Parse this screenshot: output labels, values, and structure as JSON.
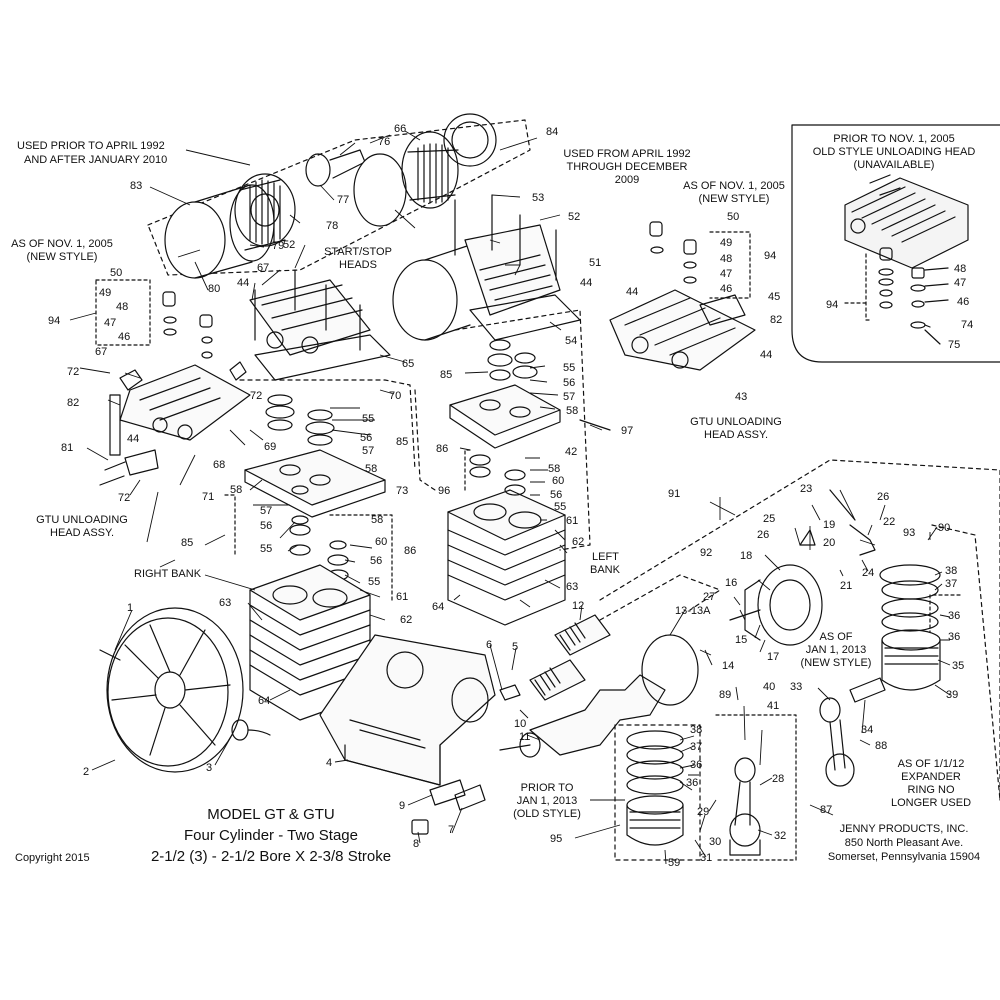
{
  "title": {
    "model": "MODEL GT & GTU",
    "line2": "Four Cylinder - Two Stage",
    "line3": "2-1/2 (3) - 2-1/2 Bore X 2-3/8 Stroke"
  },
  "copyright": "Copyright 2015",
  "company": {
    "name": "JENNY PRODUCTS, INC.",
    "address": "850 North Pleasant Ave.",
    "city": "Somerset, Pennsylvania 15904"
  },
  "notes": {
    "used_prior_1": "USED PRIOR TO APRIL 1992",
    "used_prior_2": "AND AFTER JANUARY 2010",
    "used_from_1": "USED FROM APRIL 1992",
    "used_from_2": "THROUGH DECEMBER",
    "used_from_3": "2009",
    "new_style_left_1": "AS OF NOV. 1, 2005",
    "new_style_left_2": "(NEW STYLE)",
    "new_style_mid_1": "AS OF NOV. 1, 2005",
    "new_style_mid_2": "(NEW STYLE)",
    "start_stop_1": "START/STOP",
    "start_stop_2": "HEADS",
    "old_style_1": "PRIOR TO NOV. 1, 2005",
    "old_style_2": "OLD STYLE UNLOADING HEAD",
    "old_style_3": "(UNAVAILABLE)",
    "gtu_left_1": "GTU UNLOADING",
    "gtu_left_2": "HEAD ASSY.",
    "gtu_mid_1": "GTU UNLOADING",
    "gtu_mid_2": "HEAD ASSY.",
    "right_bank": "RIGHT BANK",
    "left_bank_1": "LEFT",
    "left_bank_2": "BANK",
    "as_of_2013_1": "AS OF",
    "as_of_2013_2": "JAN 1, 2013",
    "as_of_2013_3": "(NEW STYLE)",
    "prior_2013_1": "PRIOR TO",
    "prior_2013_2": "JAN 1, 2013",
    "prior_2013_3": "(OLD STYLE)",
    "expander_1": "AS OF 1/1/12",
    "expander_2": "EXPANDER",
    "expander_3": "RING NO",
    "expander_4": "LONGER USED"
  },
  "part_callouts": [
    "1",
    "2",
    "3",
    "4",
    "5",
    "6",
    "7",
    "8",
    "9",
    "10",
    "11",
    "12",
    "13-13A",
    "14",
    "15",
    "16",
    "17",
    "18",
    "19",
    "20",
    "21",
    "22",
    "23",
    "24",
    "25",
    "26",
    "27",
    "28",
    "29",
    "30",
    "31",
    "32",
    "33",
    "34",
    "35",
    "36",
    "37",
    "38",
    "39",
    "40",
    "41",
    "42",
    "43",
    "44",
    "45",
    "46",
    "47",
    "48",
    "49",
    "50",
    "51",
    "52",
    "53",
    "54",
    "55",
    "56",
    "57",
    "58",
    "59",
    "60",
    "61",
    "62",
    "63",
    "64",
    "65",
    "66",
    "67",
    "68",
    "69",
    "70",
    "71",
    "72",
    "73",
    "74",
    "75",
    "76",
    "77",
    "78",
    "79",
    "80",
    "81",
    "82",
    "83",
    "84",
    "85",
    "86",
    "87",
    "88",
    "89",
    "90",
    "91",
    "92",
    "93",
    "94",
    "95",
    "96",
    "97"
  ]
}
